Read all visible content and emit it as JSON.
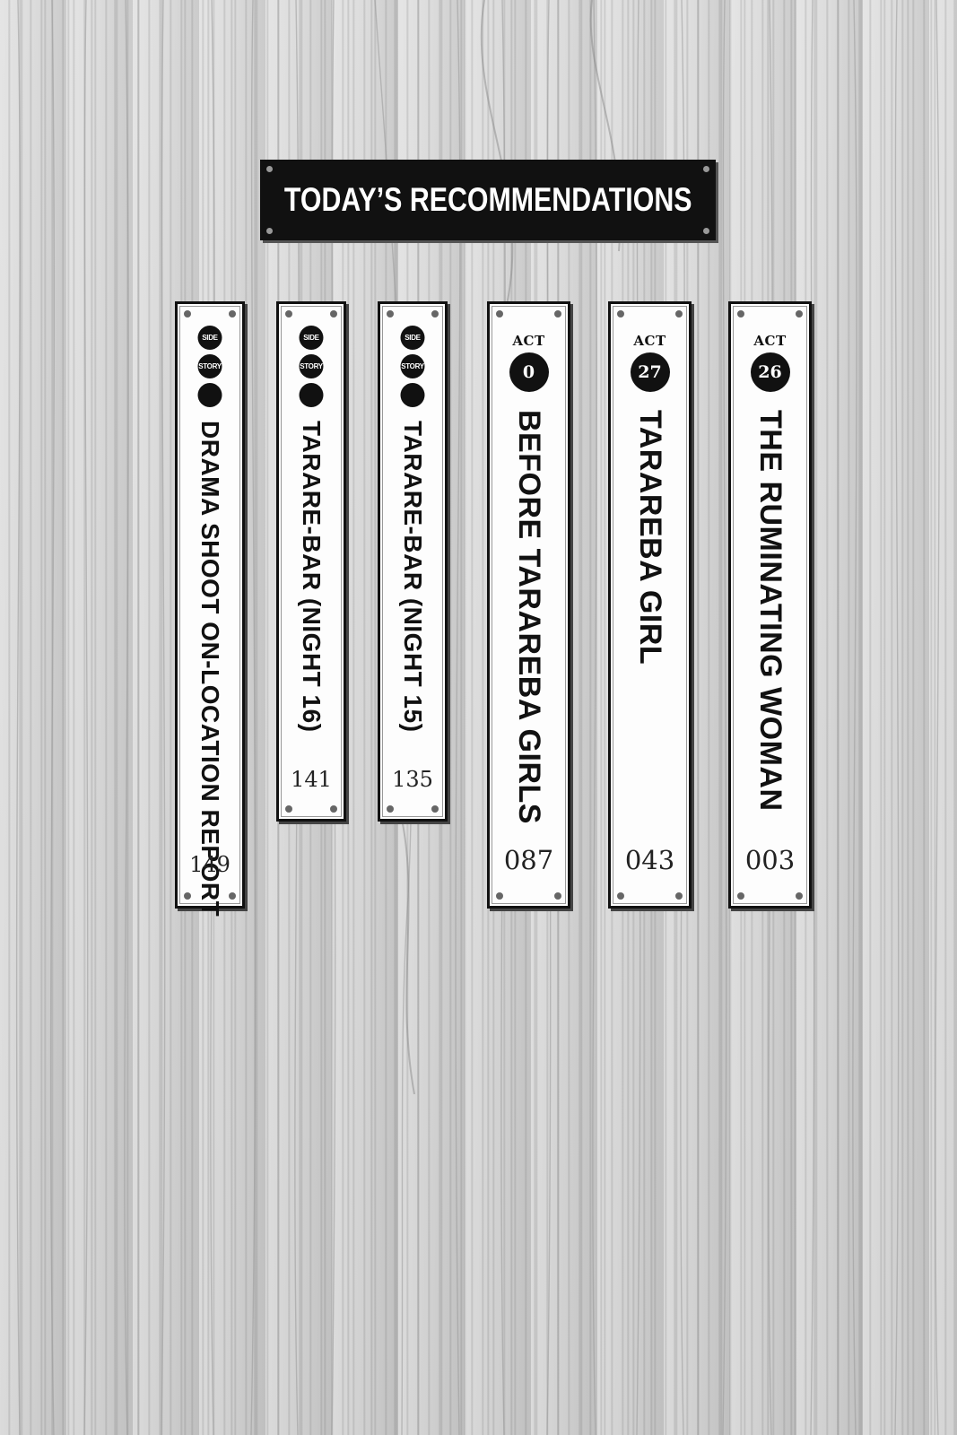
{
  "header": {
    "title": "TODAY’S RECOMMENDATIONS"
  },
  "entries": [
    {
      "badge_type": "side",
      "badge_top": "SIDE",
      "badge_bottom": "STORY",
      "title": "DRAMA SHOOT ON-LOCATION REPORT",
      "page": "149"
    },
    {
      "badge_type": "side",
      "badge_top": "SIDE",
      "badge_bottom": "STORY",
      "title": "TARARE-BAR (NIGHT 16)",
      "page": "141"
    },
    {
      "badge_type": "side",
      "badge_top": "SIDE",
      "badge_bottom": "STORY",
      "title": "TARARE-BAR (NIGHT 15)",
      "page": "135"
    },
    {
      "badge_type": "act",
      "act_label": "ACT",
      "act_number": "0",
      "title": "BEFORE TARAREBA GIRLS",
      "page": "087"
    },
    {
      "badge_type": "act",
      "act_label": "ACT",
      "act_number": "27",
      "title": "TARAREBA GIRL",
      "page": "043"
    },
    {
      "badge_type": "act",
      "act_label": "ACT",
      "act_number": "26",
      "title": "THE RUMINATING WOMAN",
      "page": "003"
    }
  ]
}
